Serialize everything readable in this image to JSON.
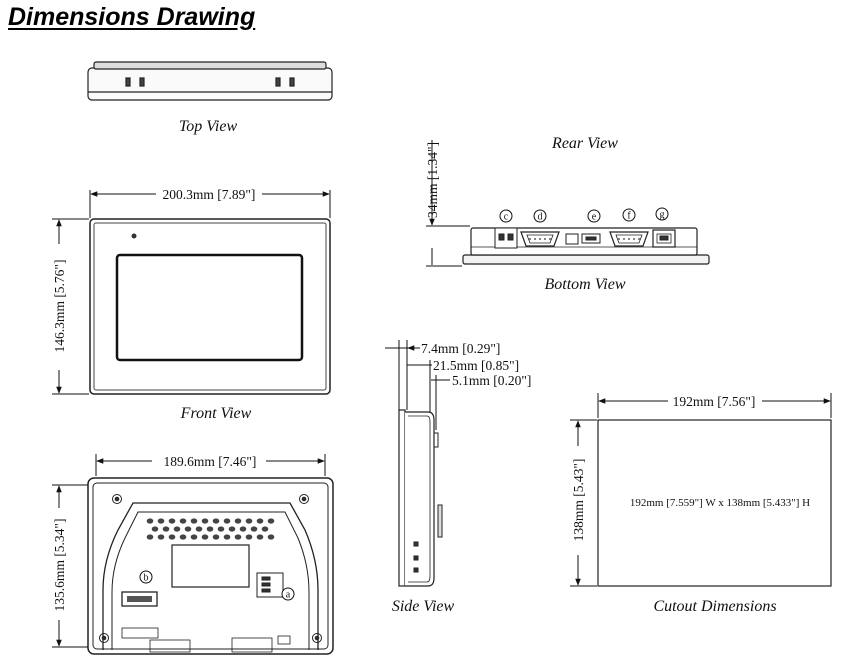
{
  "title": "Dimensions Drawing",
  "captions": {
    "top_view": "Top View",
    "rear_view": "Rear View",
    "front_view": "Front View",
    "bottom_view": "Bottom View",
    "side_view": "Side View",
    "cutout_dimensions": "Cutout Dimensions"
  },
  "dimensions": {
    "front_width": "200.3mm [7.89\"]",
    "front_height": "146.3mm [5.76\"]",
    "rear_width": "189.6mm [7.46\"]",
    "rear_height": "135.6mm [5.34\"]",
    "bottom_depth": "34mm [1.34\"]",
    "side_a": "7.4mm [0.29\"]",
    "side_b": "21.5mm [0.85\"]",
    "side_c": "5.1mm [0.20\"]",
    "cutout_width": "192mm [7.56\"]",
    "cutout_height": "138mm [5.43\"]",
    "cutout_note": "192mm [7.559\"] W x 138mm [5.433\"] H"
  },
  "callouts": {
    "a": "a",
    "b": "b",
    "c": "c",
    "d": "d",
    "e": "e",
    "f": "f",
    "g": "g"
  }
}
